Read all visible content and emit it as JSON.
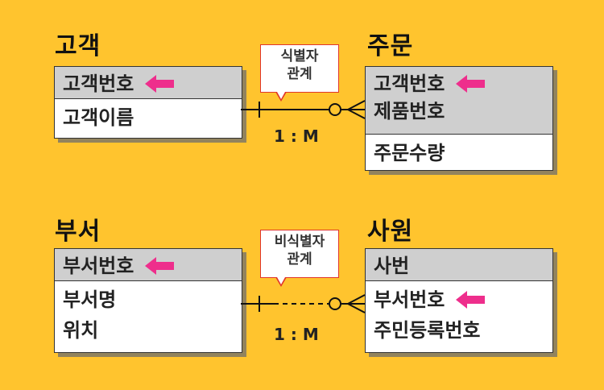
{
  "diagram_1": {
    "left_entity": {
      "title": "고객",
      "pk": "고객번호",
      "attributes": [
        "고객이름"
      ]
    },
    "right_entity": {
      "title": "주문",
      "pk_rows": [
        "고객번호",
        "제품번호"
      ],
      "attributes": [
        "주문수량"
      ]
    },
    "relationship": {
      "label_line1": "식별자",
      "label_line2": "관계",
      "cardinality": "1 : M",
      "line_style": "solid"
    }
  },
  "diagram_2": {
    "left_entity": {
      "title": "부서",
      "pk": "부서번호",
      "attributes": [
        "부서명",
        "위치"
      ]
    },
    "right_entity": {
      "title": "사원",
      "pk_rows": [
        "사번"
      ],
      "attributes": [
        "부서번호",
        "주민등록번호"
      ]
    },
    "relationship": {
      "label_line1": "비식별자",
      "label_line2": "관계",
      "cardinality": "1 : M",
      "line_style": "dashed"
    }
  },
  "colors": {
    "background": "#FFC42E",
    "key_fill": "#CFCFCF",
    "arrow": "#EE2E8C",
    "callout_border": "#E0352B"
  },
  "icons": {
    "key_marker": "pink-left-arrow-icon"
  }
}
